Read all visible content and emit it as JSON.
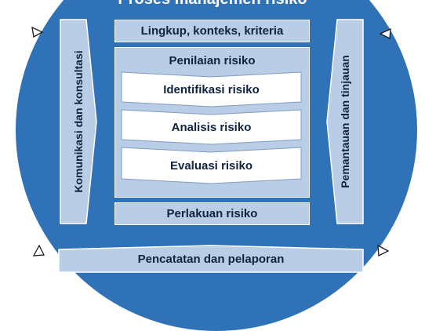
{
  "diagram": {
    "title": "Proses manajemen risiko",
    "top_box": "Lingkup, konteks, kriteria",
    "assessment": {
      "title": "Penilaian risiko",
      "steps": [
        "Identifikasi risiko",
        "Analisis risiko",
        "Evaluasi risiko"
      ]
    },
    "treatment_box": "Perlakuan risiko",
    "left_bar": "Komunikasi dan konsultasi",
    "right_bar": "Pemantauan dan tinjauan",
    "bottom_bar": "Pencatatan dan pelaporan"
  },
  "colors": {
    "circle": "#2f72b8",
    "box_fill": "#b9cde6",
    "step_fill": "#ffffff",
    "text": "#10233f"
  }
}
